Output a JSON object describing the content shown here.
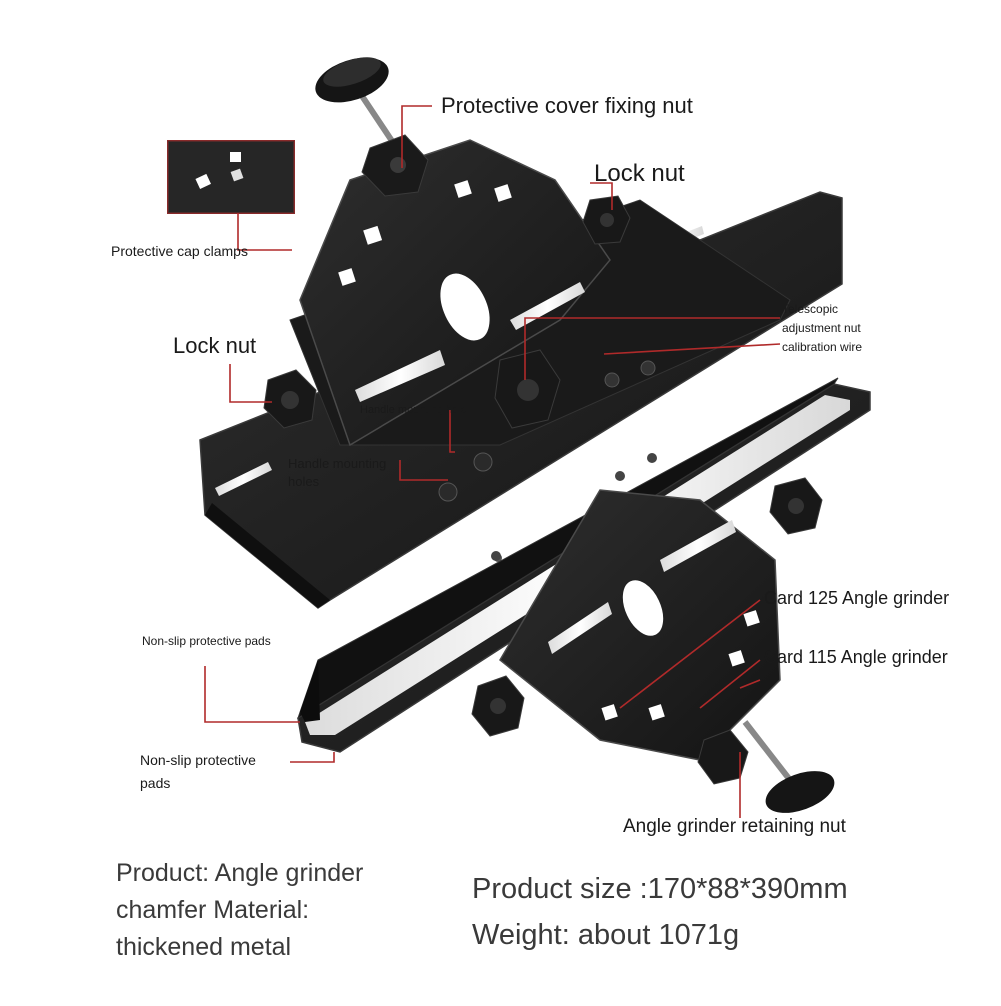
{
  "colors": {
    "leader_line": "#b02a2a",
    "metal": "#1c1c1c",
    "metal_edge": "#3c3c3c",
    "pad": "#f2f2f2",
    "text": "#1a1a1a"
  },
  "callouts": {
    "protective_cover_fixing_nut": "Protective cover fixing nut",
    "lock_nut_top": "Lock nut",
    "protective_cap_clamps": "Protective cap clamps",
    "telescopic_line1": "Telescopic",
    "telescopic_line2": "adjustment nut",
    "telescopic_line3": "calibration wire",
    "lock_nut_left": "Lock nut",
    "handle_mounting_hole": "Handle mounting hole",
    "handle_mounting_holes_line1": "Handle mounting",
    "handle_mounting_holes_line2": "holes",
    "card_125": "Card 125 Angle grinder",
    "card_115": "Card 115 Angle grinder",
    "non_slip_pads_small": "Non-slip protective pads",
    "non_slip_pads_line1": "Non-slip protective",
    "non_slip_pads_line2": "pads",
    "angle_grinder_retaining_nut": "Angle grinder retaining nut"
  },
  "specs": {
    "product_line1": "Product: Angle grinder",
    "product_line2": "chamfer Material:",
    "product_line3": "thickened metal",
    "size": "Product size :170*88*390mm",
    "weight": "Weight: about 1071g"
  }
}
